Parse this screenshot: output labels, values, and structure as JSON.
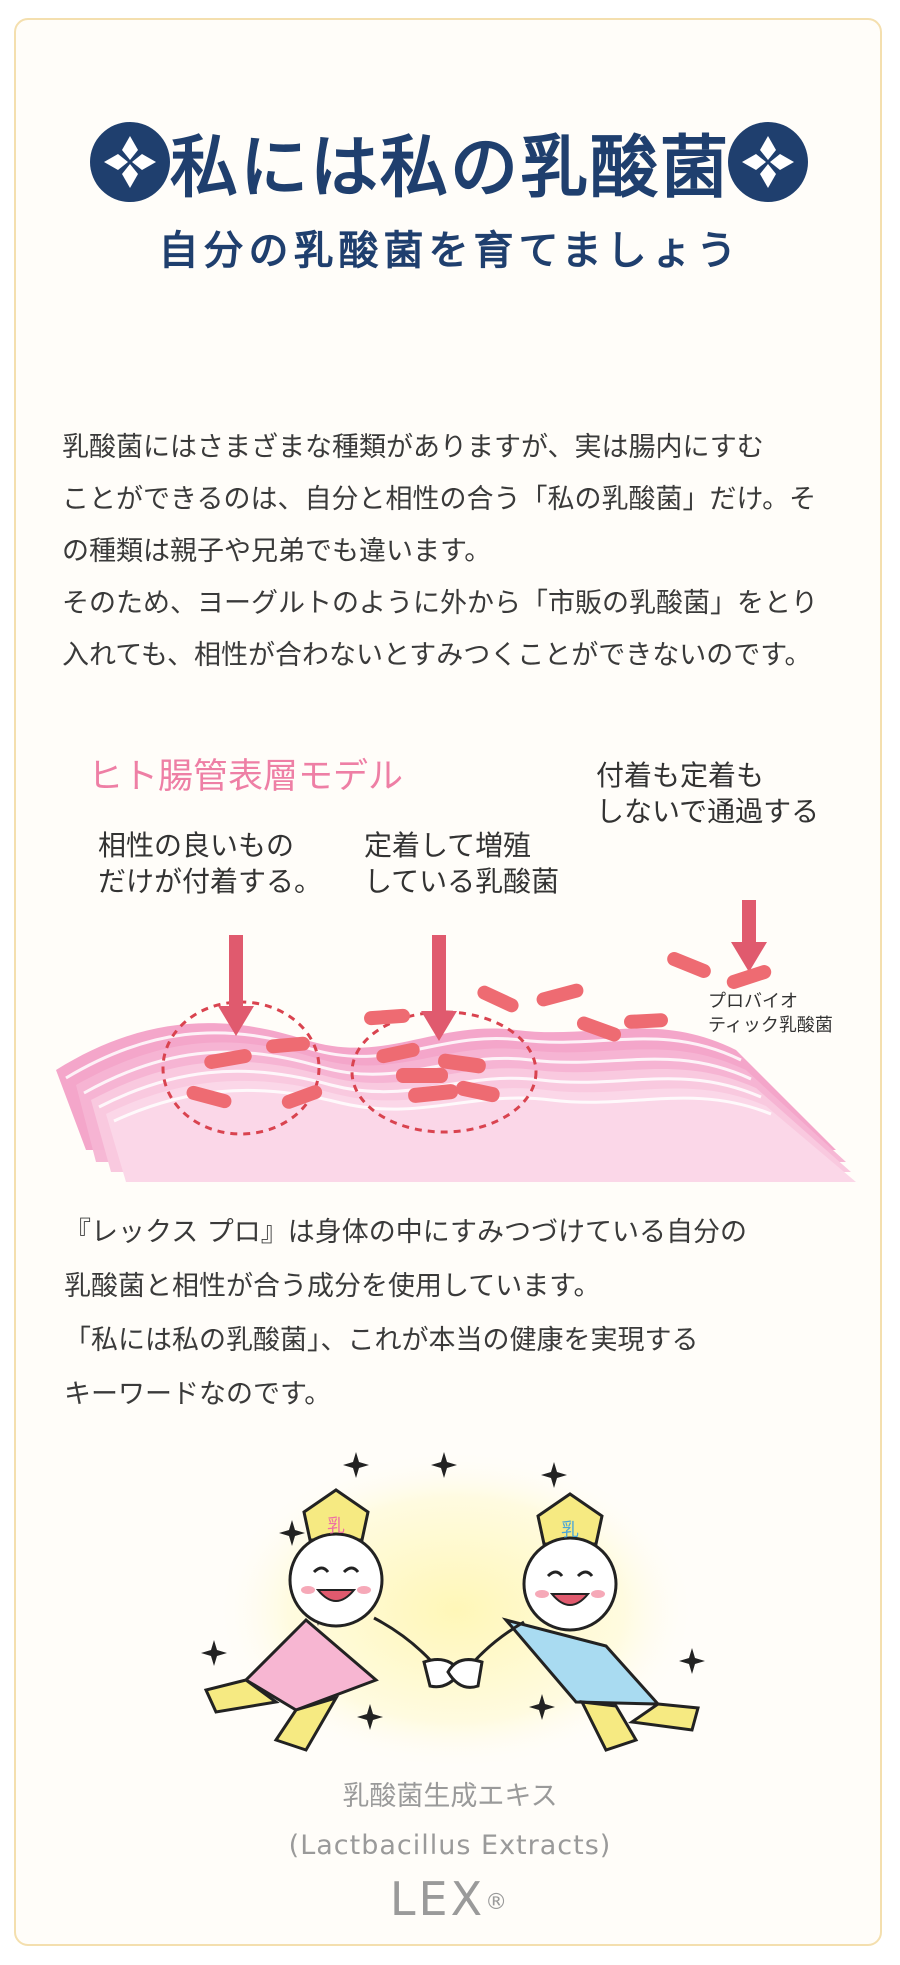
{
  "header": {
    "title": "私には私の乳酸菌",
    "subtitle": "自分の乳酸菌を育てましょう"
  },
  "intro": {
    "lines": [
      "乳酸菌にはさまざまな種類がありますが、実は腸内にすむ",
      "ことができるのは、自分と相性の合う「私の乳酸菌」だけ。そ",
      "の種類は親子や兄弟でも違います。",
      "そのため、ヨーグルトのように外から「市販の乳酸菌」をとり",
      "入れても、相性が合わないとすみつくことができないのです。"
    ]
  },
  "model": {
    "heading": "ヒト腸管表層モデル",
    "label_left": [
      "相性の良いもの",
      "だけが付着する。"
    ],
    "label_middle": [
      "定着して増殖",
      "している乳酸菌"
    ],
    "label_right": [
      "付着も定着も",
      "しないで通過する"
    ],
    "label_probiotic": [
      "プロバイオ",
      "ティック乳酸菌"
    ]
  },
  "body": {
    "lines": [
      "『レックス プロ』は身体の中にすみつづけている自分の",
      "乳酸菌と相性が合う成分を使用しています。",
      "「私には私の乳酸菌」、これが本当の健康を実現する",
      "キーワードなのです。"
    ]
  },
  "mascot": {
    "badge_char": "乳"
  },
  "footer": {
    "line1": "乳酸菌生成エキス",
    "line2": "(Lactbacillus Extracts)",
    "logo": "LEX",
    "registered": "®"
  },
  "colors": {
    "navy": "#1f3f6e",
    "pink": "#ee7fa5",
    "arrow": "#e05a6e",
    "bacteria": "#ee6b72"
  }
}
